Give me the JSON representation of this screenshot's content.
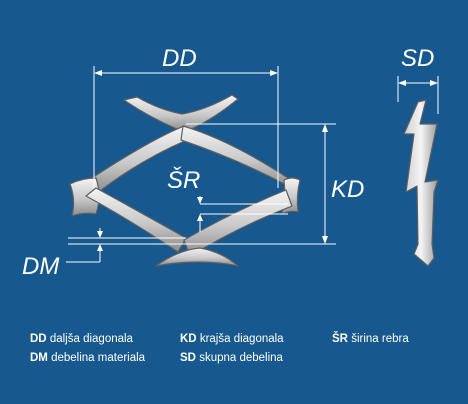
{
  "labels": {
    "dd": "DD",
    "kd": "KD",
    "sr": "ŠR",
    "dm": "DM",
    "sd": "SD"
  },
  "legend": [
    {
      "code": "DD",
      "text": "daljša diagonala"
    },
    {
      "code": "KD",
      "text": "krajša diagonala"
    },
    {
      "code": "ŠR",
      "text": "širina rebra"
    },
    {
      "code": "DM",
      "text": "debelina materiala"
    },
    {
      "code": "SD",
      "text": "skupna debelina"
    }
  ],
  "colors": {
    "background": "#17598f",
    "line": "#ffffff",
    "metal_light": "#f2f2f2",
    "metal_mid": "#c6c6c6",
    "metal_dark": "#8e8e8e"
  }
}
